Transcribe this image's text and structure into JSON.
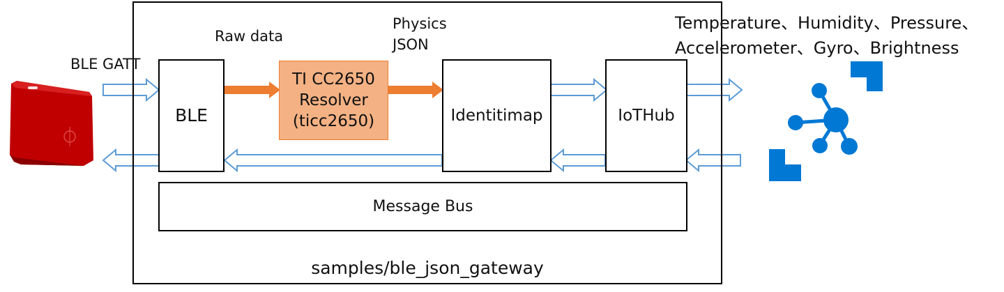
{
  "gateway": {
    "path_label": "samples/ble_json_gateway"
  },
  "labels": {
    "ble_gatt": "BLE GATT",
    "raw_data": "Raw data",
    "physics_json_line1": "Physics",
    "physics_json_line2": "JSON",
    "sensors_line1": "Temperature、Humidity、Pressure、",
    "sensors_line2": "Accelerometer、Gyro、Brightness"
  },
  "modules": {
    "ble": "BLE",
    "resolver_line1": "TI CC2650",
    "resolver_line2": "Resolver",
    "resolver_line3": "(ticc2650)",
    "identitimap": "Identitimap",
    "iothub": "IoTHub",
    "message_bus": "Message Bus"
  },
  "icons": {
    "device": "sensortag-device-icon",
    "cloud": "azure-iot-hub-icon"
  },
  "colors": {
    "resolver_fill": "#f4b183",
    "resolver_border": "#ed7d31",
    "orange_arrow": "#ed7d31",
    "hollow_arrow": "#5b9bd5",
    "iot_blue": "#0078d4",
    "device_red": "#c00000"
  }
}
